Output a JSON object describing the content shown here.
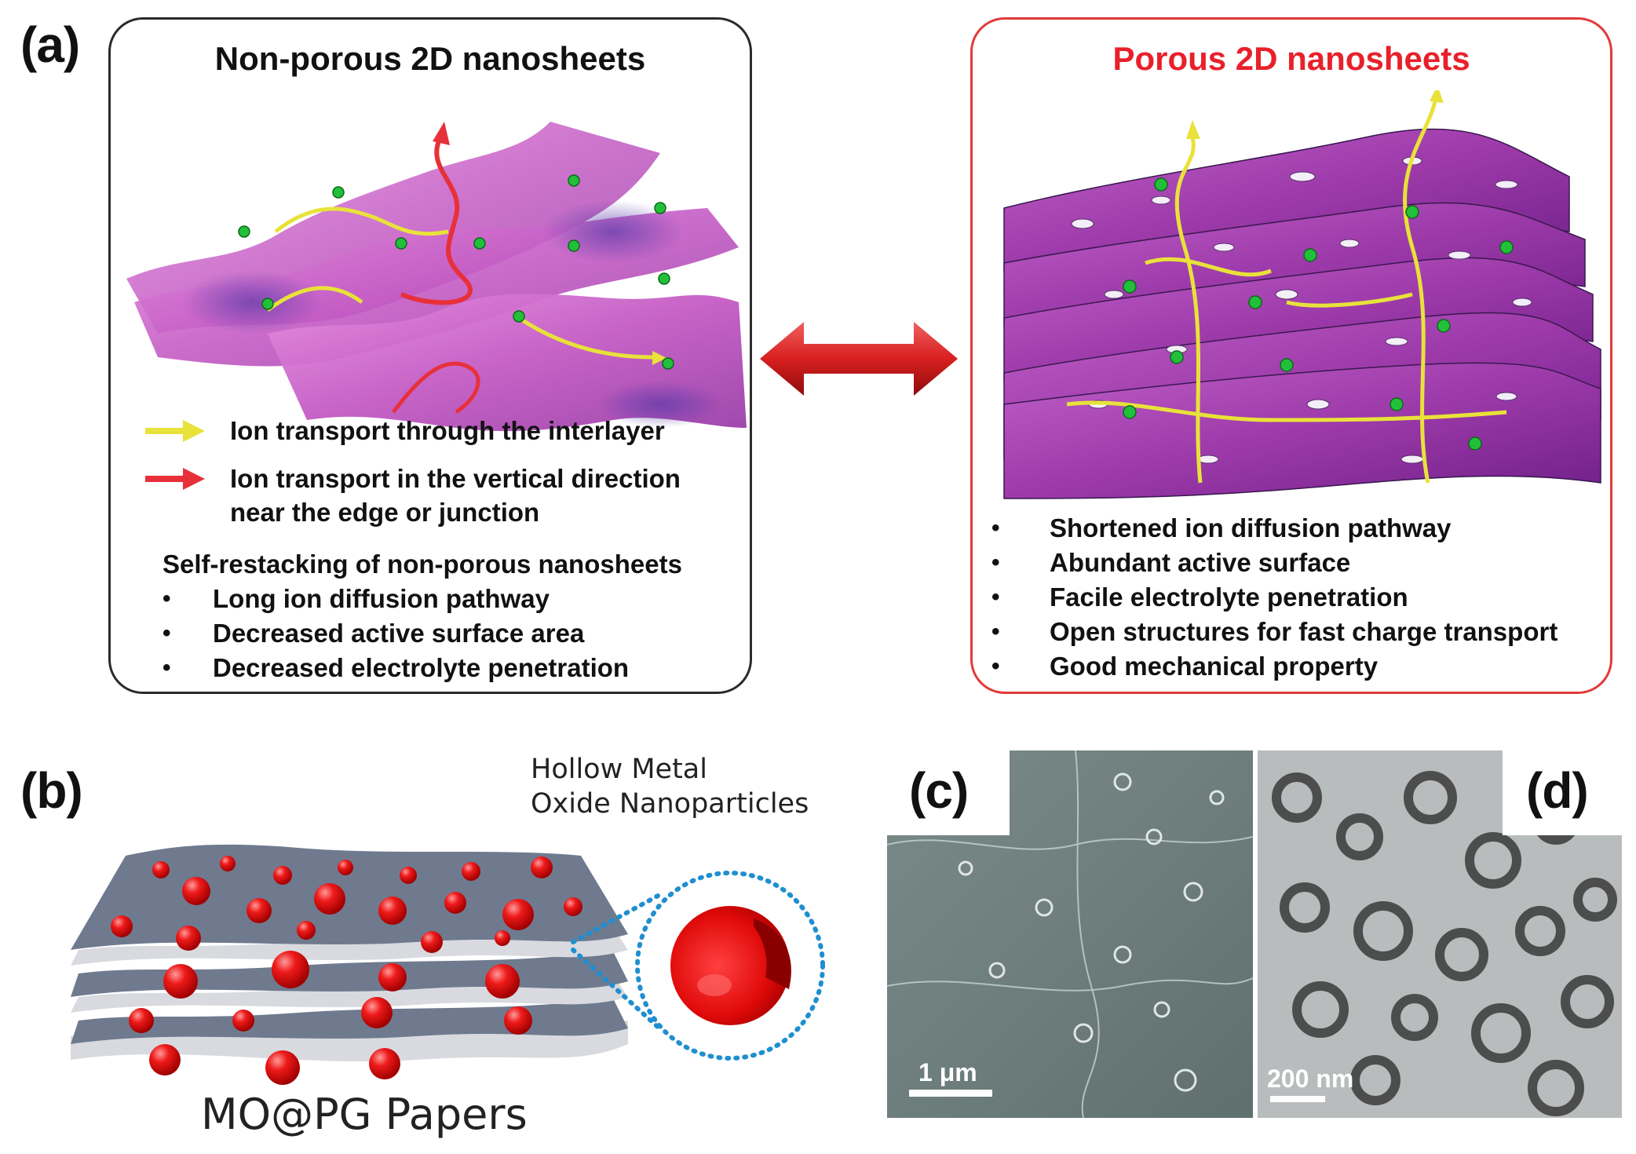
{
  "panels": {
    "a": "(a)",
    "b": "(b)",
    "c": "(c)",
    "d": "(d)"
  },
  "left_box": {
    "title": "Non-porous 2D nanosheets",
    "legend_yellow": "Ion transport through the interlayer",
    "legend_red_line1": "Ion transport in the vertical direction",
    "legend_red_line2": "near the edge or junction",
    "subtitle": "Self-restacking of non-porous nanosheets",
    "bullets": [
      "Long ion diffusion pathway",
      "Decreased active surface area",
      "Decreased electrolyte penetration"
    ]
  },
  "right_box": {
    "title": "Porous 2D nanosheets",
    "bullets": [
      "Shortened ion diffusion pathway",
      "Abundant active surface",
      "Facile electrolyte penetration",
      "Open structures for fast charge transport",
      "Good mechanical property"
    ]
  },
  "panel_b": {
    "callout_line1": "Hollow Metal",
    "callout_line2": "Oxide Nanoparticles",
    "caption": "MO@PG Papers"
  },
  "panel_c": {
    "scale_bar": "1 μm"
  },
  "panel_d": {
    "scale_bar": "200 nm"
  },
  "colors": {
    "sheet_magenta": "#c45bc4",
    "sheet_purple": "#8a2f9a",
    "ion_green": "#22c03a",
    "arrow_yellow": "#e8e23a",
    "arrow_red": "#e8303a",
    "title_red": "#e8202a",
    "particle_red": "#e01010",
    "dot_blue": "#1e8fd0"
  }
}
